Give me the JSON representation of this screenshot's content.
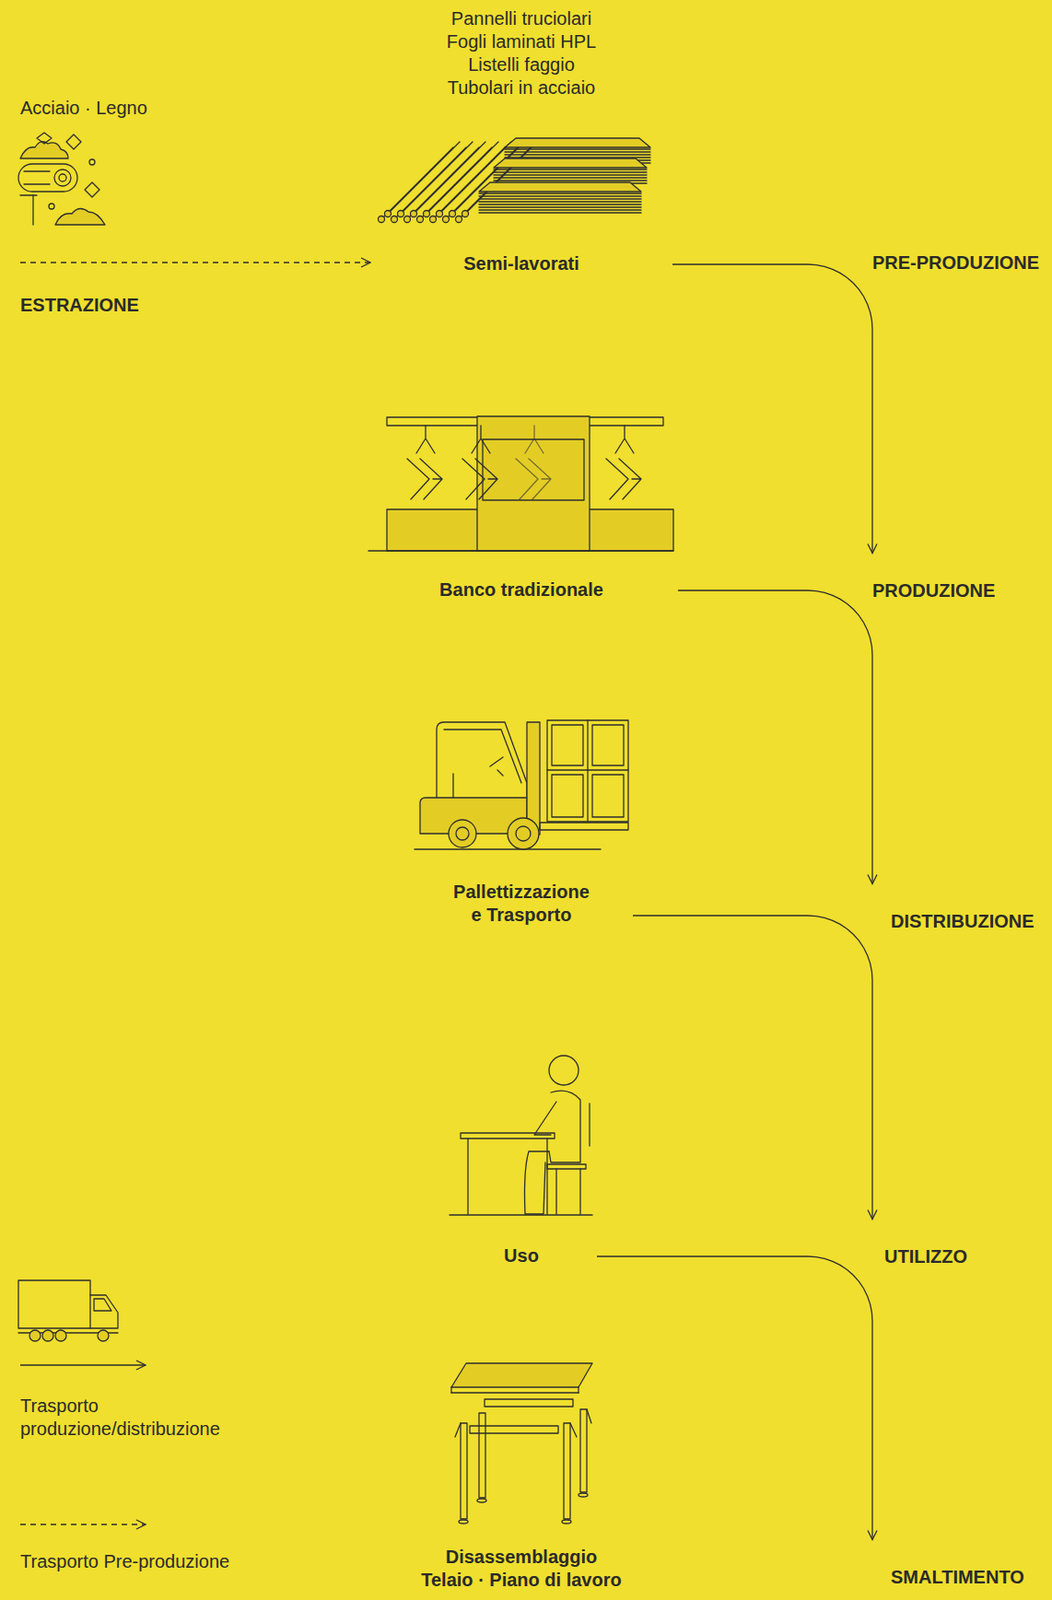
{
  "diagram": {
    "nodes": [
      {
        "text": [
          "Acciaio · Legno"
        ]
      },
      {
        "text": [
          "Pannelli truciolari",
          "Fogli laminati HPL",
          "Listelli faggio",
          "Tubolari in acciaio",
          "Semi-lavorati"
        ]
      },
      {
        "text": [
          "PRE-PRODUZIONE"
        ]
      },
      {
        "text": [
          "Banco tradizionale"
        ]
      },
      {
        "text": [
          "PRODUZIONE"
        ]
      },
      {
        "text": [
          "Pallettizzazione e Trasporto"
        ]
      },
      {
        "text": [
          "DISTRIBUZIONE"
        ]
      },
      {
        "text": [
          "Uso"
        ]
      },
      {
        "text": [
          "UTILIZZO"
        ]
      },
      {
        "text": [
          "Disassemblaggio",
          "Telaio · Piano di lavoro"
        ]
      },
      {
        "text": [
          "SMALTIMENTO"
        ]
      }
    ],
    "edges": [
      {
        "from": 0,
        "to": 1,
        "arrow": "to"
      },
      {
        "from": 1,
        "to": 4,
        "arrow": "to"
      },
      {
        "from": 3,
        "to": 6,
        "arrow": "to"
      },
      {
        "from": 5,
        "to": 8,
        "arrow": "to"
      },
      {
        "from": 7,
        "to": 10,
        "arrow": "to"
      }
    ],
    "labels": [
      "ESTRAZIONE"
    ],
    "legend": [
      {
        "text": "Trasporto produzione/distribuzione"
      },
      {
        "text": "Trasporto Pre-produzione"
      }
    ]
  }
}
